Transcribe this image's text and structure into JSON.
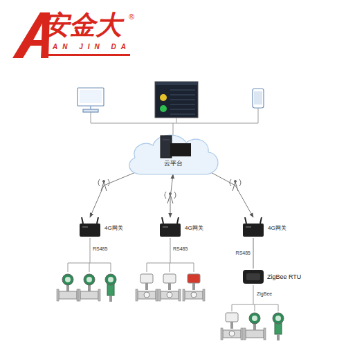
{
  "diagram": {
    "nodes": [
      {
        "text": [
          "云平台"
        ]
      },
      {
        "text": [
          "4G网关"
        ]
      },
      {
        "text": [
          "4G网关"
        ]
      },
      {
        "text": [
          "4G网关"
        ]
      },
      {
        "text": [
          "ZigBee RTU"
        ]
      }
    ],
    "edges": [
      {
        "from": 1,
        "to": 0,
        "arrow": "both"
      },
      {
        "from": 2,
        "to": 0,
        "arrow": "both"
      },
      {
        "from": 3,
        "to": 0,
        "arrow": "both"
      },
      {
        "from": 3,
        "to": 4,
        "label": "RS485",
        "arrow": "none"
      }
    ],
    "labels": [
      "安金大",
      "®",
      "AN JIN DA",
      "RS485",
      "RS485",
      "ZigBee"
    ]
  }
}
